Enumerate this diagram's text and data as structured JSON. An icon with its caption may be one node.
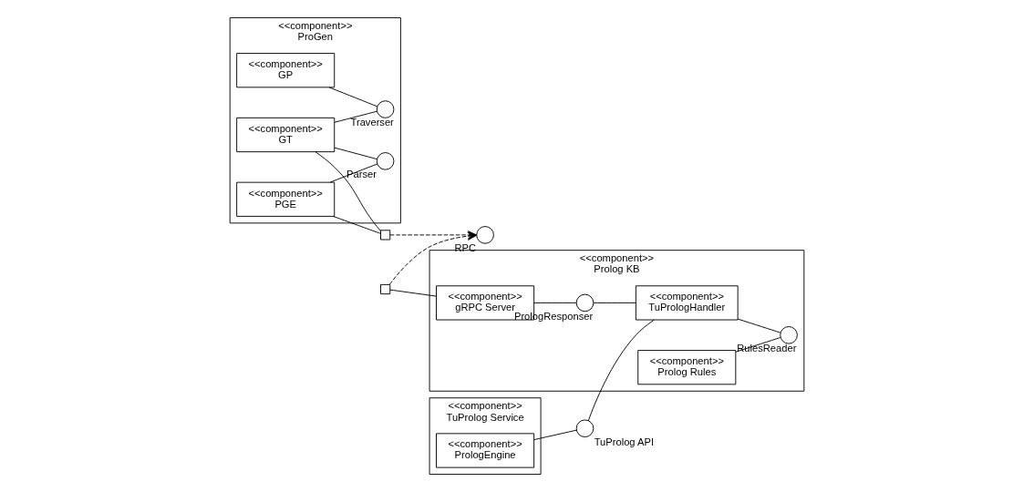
{
  "diagram": {
    "nodes": [
      {
        "text": [
          "<<component>>",
          "ProGen"
        ]
      },
      {
        "text": [
          "<<component>>",
          "PGE"
        ],
        "in": 0
      },
      {
        "text": [
          "<<component>>",
          "GT"
        ],
        "in": 0
      },
      {
        "text": [],
        "shape": "circle",
        "beside": [
          "Parser"
        ],
        "in": 0
      },
      {
        "text": [
          "<<component>>",
          "GP"
        ],
        "in": 0
      },
      {
        "text": [],
        "shape": "circle",
        "beside": [
          "Traverser"
        ],
        "in": 0
      },
      {
        "text": [],
        "shape": "box"
      },
      {
        "text": [],
        "shape": "circle",
        "beside": [
          "RPC"
        ]
      },
      {
        "text": [
          "<<component>>",
          "Prolog KB"
        ]
      },
      {
        "text": [],
        "shape": "box"
      },
      {
        "text": [
          "<<component>>",
          "gRPC Server"
        ],
        "in": 8
      },
      {
        "text": [],
        "shape": "circle",
        "beside": [
          "PrologResponser"
        ],
        "in": 8
      },
      {
        "text": [
          "<<component>>",
          "Prolog Rules"
        ],
        "in": 8
      },
      {
        "text": [
          "<<component>>",
          "TuPrologHandler"
        ],
        "in": 8
      },
      {
        "text": [],
        "shape": "circle",
        "beside": [
          "RulesReader"
        ],
        "in": 8
      },
      {
        "text": [
          "<<component>>",
          "TuProlog Service"
        ]
      },
      {
        "text": [
          "<<component>>",
          "PrologEngine"
        ],
        "in": 15
      },
      {
        "text": [],
        "shape": "circle",
        "beside": [
          "TuProlog API"
        ]
      }
    ],
    "edges": [
      {
        "from": 1,
        "to": 6,
        "arrow": "none"
      },
      {
        "from": 2,
        "to": 6,
        "arrow": "none"
      },
      {
        "from": 1,
        "to": 3,
        "arrow": "none"
      },
      {
        "from": 2,
        "to": 3,
        "arrow": "none"
      },
      {
        "from": 4,
        "to": 5,
        "arrow": "none"
      },
      {
        "from": 2,
        "to": 5,
        "arrow": "none"
      },
      {
        "from": 6,
        "to": 7,
        "arrow": "to",
        "style": "dashed"
      },
      {
        "from": 9,
        "to": 7,
        "arrow": "to",
        "style": "dashed"
      },
      {
        "from": 9,
        "to": 10,
        "arrow": "none"
      },
      {
        "from": 10,
        "to": 11,
        "arrow": "none"
      },
      {
        "from": 11,
        "to": 13,
        "arrow": "none"
      },
      {
        "from": 16,
        "to": 17,
        "arrow": "none"
      },
      {
        "from": 17,
        "to": 13,
        "arrow": "none"
      },
      {
        "from": 13,
        "to": 14,
        "arrow": "none"
      },
      {
        "from": 12,
        "to": 14,
        "arrow": "none"
      }
    ]
  }
}
